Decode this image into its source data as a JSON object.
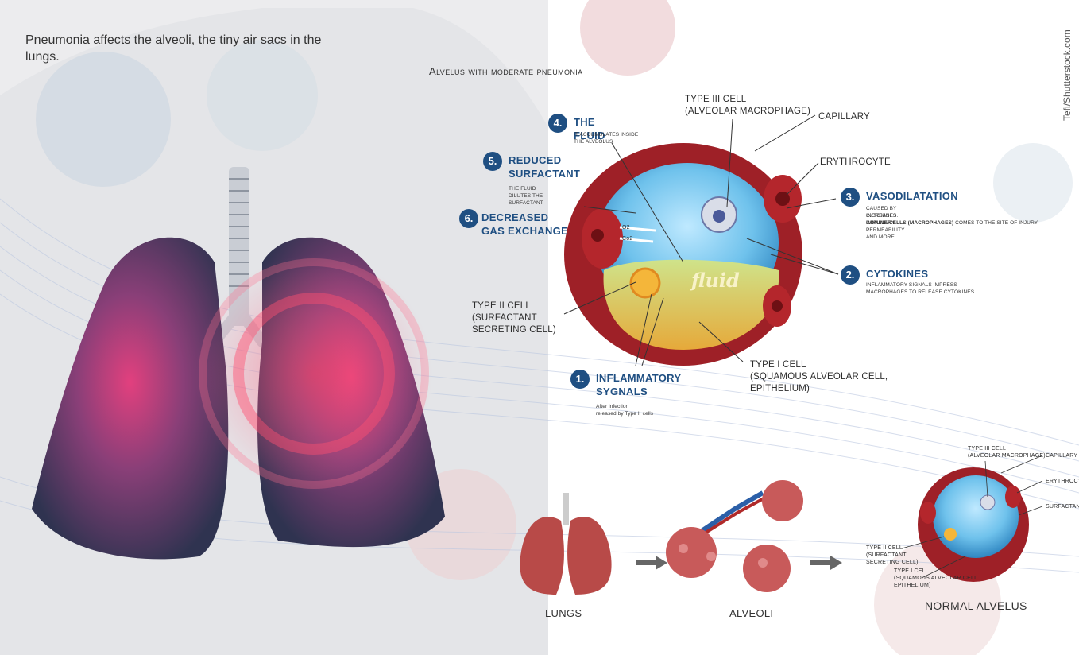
{
  "caption": "Pneumonia affects the alveoli, the tiny air sacs in the lungs.",
  "credit": "Tefi/Shutterstock.com",
  "main_title": "Alvelus with moderate pneumonia",
  "fluid_word": "fluid",
  "labels": {
    "type3_cell": "Type III cell\n(alveolar macrophage)",
    "capillary": "Capillary",
    "erythrocyte": "Erythrocyte",
    "type2_cell": "Type II cell\n(surfactant\nsecreting cell)",
    "type1_cell": "Type I cell\n(squamous alveolar cell,\nepithelium)",
    "o2": "O2",
    "co2": "Co2"
  },
  "steps": [
    {
      "number": "1.",
      "title": "Inflammatory\nsygnals",
      "desc": "After infection\nreleased by Type II cells"
    },
    {
      "number": "2.",
      "title": "Cytokines",
      "desc": "Inflammatory signals impress\nmacrophages to release cytokines."
    },
    {
      "number": "3.",
      "title": "Vasodilatation",
      "desc_lines": [
        "Caused by cytokines.",
        "Increases capillary permeability and more"
      ],
      "desc_bold": "Immune cells (macrophages)",
      "desc_tail": " comes to the site of injury."
    },
    {
      "number": "4.",
      "title": "The fluid",
      "desc": "It accumulates inside\nthe alveolus"
    },
    {
      "number": "5.",
      "title": "Reduced\nsurfactant",
      "desc": "The fluid dilutes the surfactant"
    },
    {
      "number": "6.",
      "title": "Decreased\ngas exchange",
      "desc": ""
    }
  ],
  "bottom": {
    "lungs": "Lungs",
    "alveoli": "Alveoli",
    "normal": "Normal alvelus"
  },
  "small_labels": {
    "type3": "Type III cell\n(alveolar macrophage)",
    "capillary": "Capillary",
    "erythrocyte": "Erythrocyte",
    "surfactant": "Surfactant",
    "type2": "Type II cell\n(surfactant\nsecreting cell)",
    "type1": "Type I cell\n(squamous alveolar cell\nepithelium)"
  },
  "colors": {
    "accent_blue": "#1f4f82",
    "lung_dark": "#3c3f58",
    "lung_pink": "#d0407a",
    "vessel_red": "#a6222a",
    "alveolus_blue": "#7cc8ef",
    "fluid_yellow": "#e8c44a"
  }
}
